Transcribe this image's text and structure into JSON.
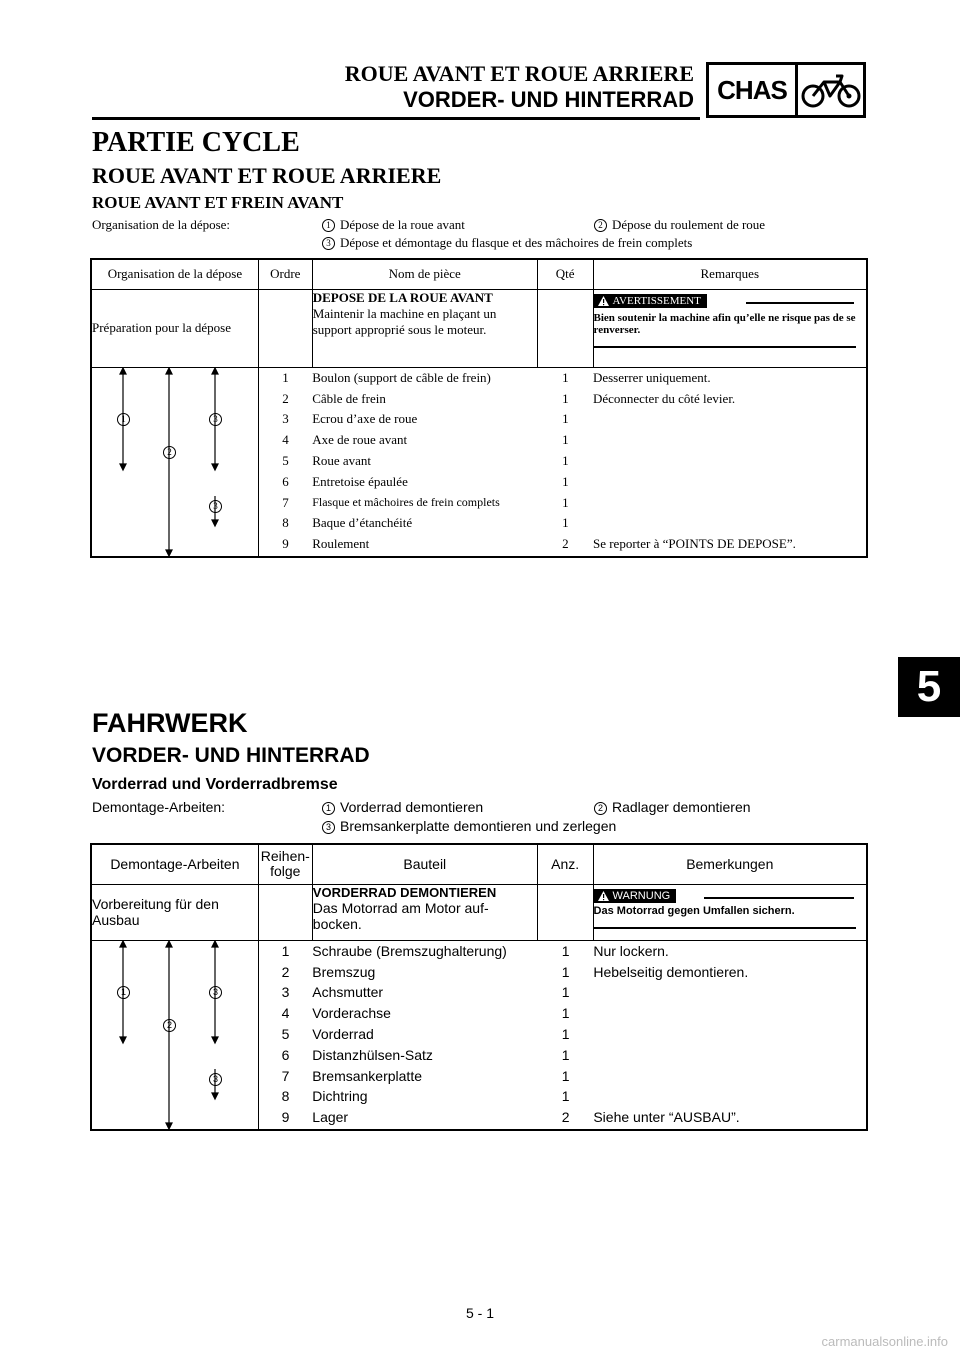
{
  "header": {
    "title_fr": "ROUE AVANT ET ROUE ARRIERE",
    "title_de": "VORDER- UND HINTERRAD",
    "section_code": "CHAS",
    "section_icon": "motorcycle-icon"
  },
  "tab_number": "5",
  "fr": {
    "h1": "PARTIE CYCLE",
    "h2": "ROUE AVANT ET ROUE ARRIERE",
    "h3": "ROUE AVANT ET FREIN AVANT",
    "org_label": "Organisation de la dépose:",
    "org_items": [
      "Dépose de la roue avant",
      "Dépose du roulement de roue",
      "Dépose et démontage du flasque et des mâchoires de frein complets"
    ],
    "table": {
      "headers": [
        "Organisation de la dépose",
        "Ordre",
        "Nom de pièce",
        "Qté",
        "Remarques"
      ],
      "prep_label": "Préparation pour la dépose",
      "prep_part_title": "DEPOSE DE LA ROUE AVANT",
      "prep_part_text": "Maintenir la machine en plaçant un support approprié sous le moteur.",
      "warning_label": "AVERTISSEMENT",
      "warning_text": "Bien soutenir la machine afin qu’elle ne risque pas de se renverser.",
      "rows": [
        {
          "order": "1",
          "part": "Boulon (support de câble de frein)",
          "qty": "1",
          "remark": "Desserrer uniquement."
        },
        {
          "order": "2",
          "part": "Câble de frein",
          "qty": "1",
          "remark": "Déconnecter du côté levier."
        },
        {
          "order": "3",
          "part": "Ecrou d’axe de roue",
          "qty": "1",
          "remark": ""
        },
        {
          "order": "4",
          "part": "Axe de roue avant",
          "qty": "1",
          "remark": ""
        },
        {
          "order": "5",
          "part": "Roue avant",
          "qty": "1",
          "remark": ""
        },
        {
          "order": "6",
          "part": "Entretoise épaulée",
          "qty": "1",
          "remark": ""
        },
        {
          "order": "7",
          "part": "Flasque et mâchoires de frein complets",
          "qty": "1",
          "remark": ""
        },
        {
          "order": "8",
          "part": "Baque d’étanchéité",
          "qty": "1",
          "remark": ""
        },
        {
          "order": "9",
          "part": "Roulement",
          "qty": "2",
          "remark": "Se reporter à “POINTS DE DEPOSE”."
        }
      ]
    }
  },
  "de": {
    "h1": "FAHRWERK",
    "h2": "VORDER- UND HINTERRAD",
    "h3": "Vorderrad und Vorderradbremse",
    "org_label": "Demontage-Arbeiten:",
    "org_items": [
      "Vorderrad demontieren",
      "Radlager demontieren",
      "Bremsankerplatte demontieren und zerlegen"
    ],
    "table": {
      "headers": [
        "Demontage-Arbeiten",
        "Reihen-folge",
        "Bauteil",
        "Anz.",
        "Bemerkungen"
      ],
      "prep_label": "Vorbereitung für den Ausbau",
      "prep_part_title": "VORDERRAD DEMONTIEREN",
      "prep_part_text": "Das Motorrad am Motor auf-bocken.",
      "warning_label": "WARNUNG",
      "warning_text": "Das Motorrad gegen Umfallen sichern.",
      "rows": [
        {
          "order": "1",
          "part": "Schraube (Bremszughalterung)",
          "qty": "1",
          "remark": "Nur lockern."
        },
        {
          "order": "2",
          "part": "Bremszug",
          "qty": "1",
          "remark": "Hebelseitig demontieren."
        },
        {
          "order": "3",
          "part": "Achsmutter",
          "qty": "1",
          "remark": ""
        },
        {
          "order": "4",
          "part": "Vorderachse",
          "qty": "1",
          "remark": ""
        },
        {
          "order": "5",
          "part": "Vorderrad",
          "qty": "1",
          "remark": ""
        },
        {
          "order": "6",
          "part": "Distanzhülsen-Satz",
          "qty": "1",
          "remark": ""
        },
        {
          "order": "7",
          "part": "Bremsankerplatte",
          "qty": "1",
          "remark": ""
        },
        {
          "order": "8",
          "part": "Dichtring",
          "qty": "1",
          "remark": ""
        },
        {
          "order": "9",
          "part": "Lager",
          "qty": "2",
          "remark": "Siehe unter “AUSBAU”."
        }
      ]
    }
  },
  "markers": [
    "1",
    "2",
    "3"
  ],
  "page_number": "5 - 1",
  "watermark": "carmanualsonline.info"
}
